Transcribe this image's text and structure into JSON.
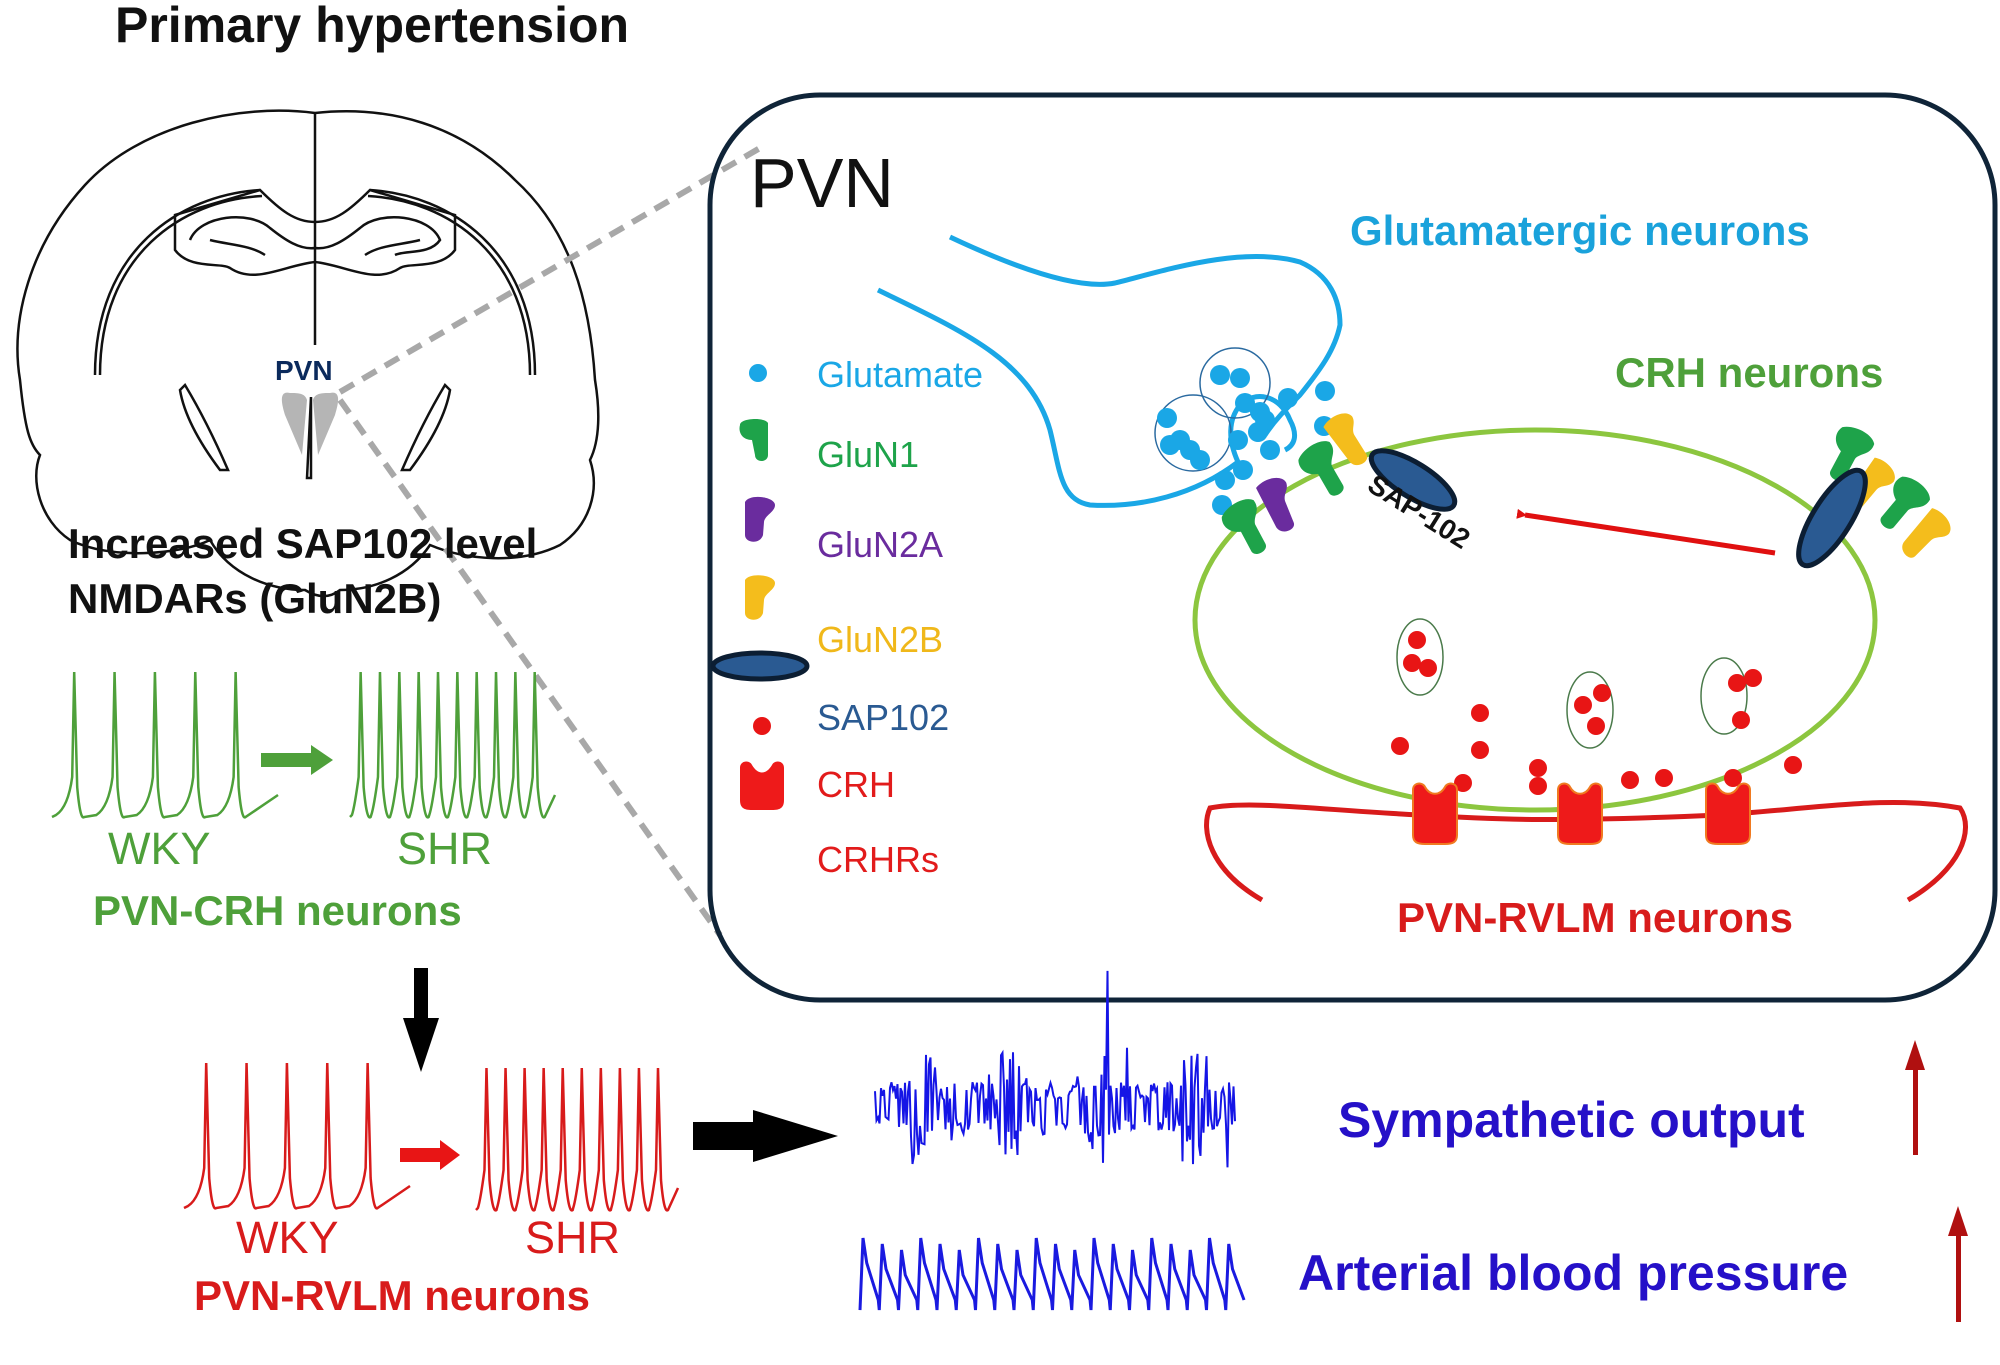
{
  "title": "Primary hypertension",
  "brain_section": {
    "region_label": "PVN"
  },
  "findings": {
    "line1": "Increased SAP102 level",
    "line2": "NMDARs (GluN2B)"
  },
  "crh_traces": {
    "left_label": "WKY",
    "right_label": "SHR",
    "group_title": "PVN-CRH neurons",
    "wky_spike_count": 5,
    "shr_spike_count": 10
  },
  "rvlm_traces": {
    "left_label": "WKY",
    "right_label": "SHR",
    "group_title": "PVN-RVLM neurons",
    "wky_spike_count": 5,
    "shr_spike_count": 10
  },
  "outputs": {
    "sympathetic": "Sympathetic output",
    "blood_pressure": "Arterial blood pressure",
    "direction": "increase"
  },
  "pvn_box": {
    "title": "PVN",
    "glutamatergic_label": "Glutamatergic neurons",
    "crh_label": "CRH neurons",
    "rvlm_label": "PVN-RVLM neurons",
    "sap_label": "SAP-102",
    "legend": [
      {
        "label": "Glutamate",
        "icon": "glutamate-dot-icon",
        "color": "#1aa7e6"
      },
      {
        "label": "GluN1",
        "icon": "glun1-receptor-icon",
        "color": "#1ea34a"
      },
      {
        "label": "GluN2A",
        "icon": "glun2a-receptor-icon",
        "color": "#6a2c9e"
      },
      {
        "label": "GluN2B",
        "icon": "glun2b-receptor-icon",
        "color": "#f4bd1c"
      },
      {
        "label": "SAP102",
        "icon": "sap102-ellipse-icon",
        "color": "#2a5a92"
      },
      {
        "label": "CRH",
        "icon": "crh-dot-icon",
        "color": "#e21b1b"
      },
      {
        "label": "CRHRs",
        "icon": "crhr-receptor-icon",
        "color": "#e21b1b"
      }
    ]
  },
  "colors": {
    "glutamatergic": "#1aa7e6",
    "crh_neuron": "#8cc63f",
    "rvlm_neuron": "#d81b1b",
    "output_text": "#2510c8",
    "sap102": "#2a5a92",
    "arrow_red": "#b01010"
  }
}
